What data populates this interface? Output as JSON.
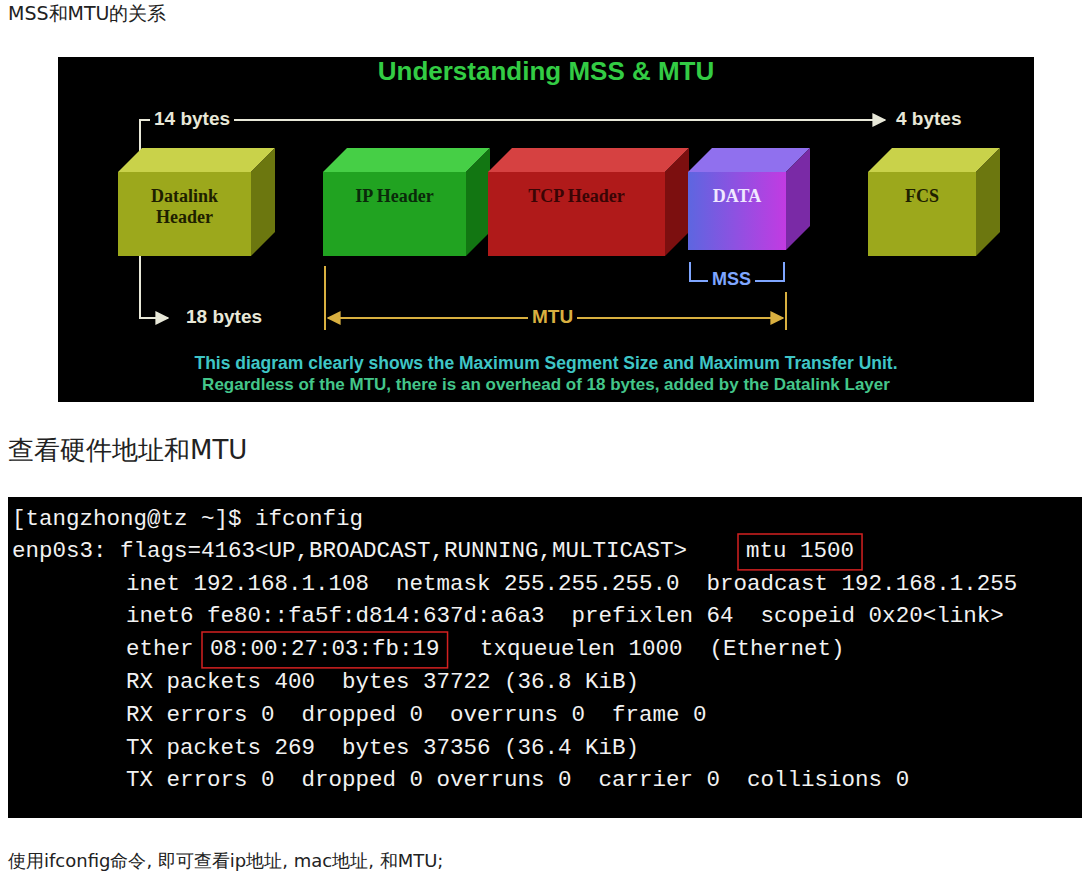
{
  "diagram": {
    "title": "MSS和MTU的关系",
    "nodes": [
      {
        "text": [
          "Datalink Header"
        ]
      },
      {
        "text": [
          "IP Header"
        ]
      },
      {
        "text": [
          "TCP Header"
        ]
      },
      {
        "text": [
          "DATA"
        ]
      },
      {
        "text": [
          "FCS"
        ]
      }
    ],
    "labels": [
      "Understanding MSS & MTU",
      "14 bytes",
      "4 bytes",
      "18 bytes",
      "MSS",
      "MTU",
      "This diagram clearly shows the Maximum Segment Size and Maximum Transfer Unit.",
      "Regardless of the MTU, there is an overhead of 18 bytes, added by the Datalink Layer",
      "查看硬件地址和MTU",
      "[tangzhong@tz ~]$ ifconfig",
      "enp0s3: flags=4163<UP,BROADCAST,RUNNING,MULTICAST>",
      "mtu 1500",
      "inet 192.168.1.108  netmask 255.255.255.0  broadcast 192.168.1.255",
      "inet6 fe80::fa5f:d814:637d:a6a3  prefixlen 64  scopeid 0x20<link>",
      "ether",
      "08:00:27:03:fb:19",
      "txqueuelen 1000  (Ethernet)",
      "RX packets 400  bytes 37722 (36.8 KiB)",
      "RX errors 0  dropped 0  overruns 0  frame 0",
      "TX packets 269  bytes 37356 (36.4 KiB)",
      "TX errors 0  dropped 0 overruns 0  carrier 0  collisions 0",
      "使用ifconfig命令, 即可查看ip地址, mac地址, 和MTU;"
    ]
  }
}
